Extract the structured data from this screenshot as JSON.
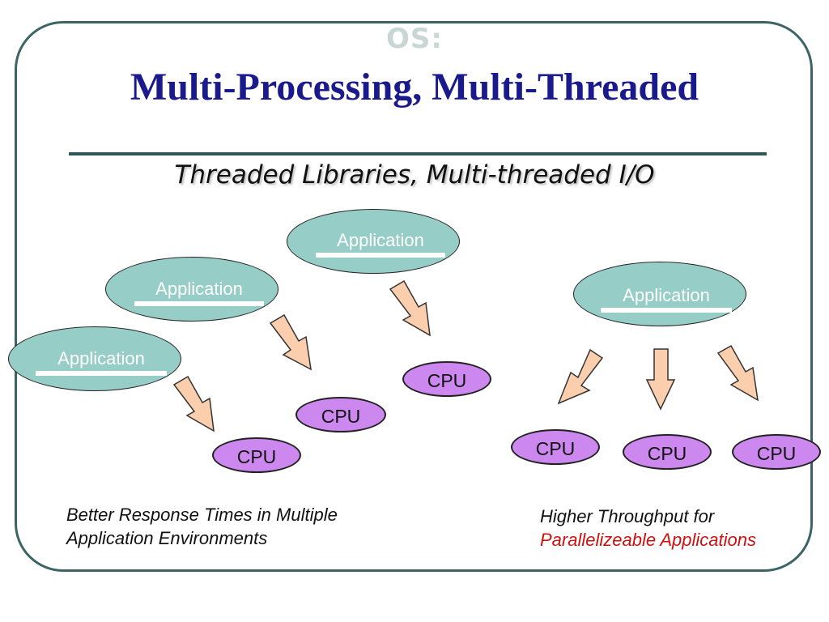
{
  "slide": {
    "os_label": "OS:",
    "title": "Multi-Processing, Multi-Threaded",
    "subtitle": "Threaded Libraries, Multi-threaded I/O"
  },
  "left_diagram": {
    "applications": [
      "Application",
      "Application",
      "Application"
    ],
    "cpus": [
      "CPU",
      "CPU",
      "CPU"
    ],
    "caption_line1": "Better Response Times in Multiple",
    "caption_line2": "Application Environments"
  },
  "right_diagram": {
    "application": "Application",
    "cpus": [
      "CPU",
      "CPU",
      "CPU"
    ],
    "caption_line1": "Higher Throughput for",
    "caption_line2": "Parallelizeable Applications"
  },
  "colors": {
    "title": "#1a1a8c",
    "application_fill": "#96cdc6",
    "cpu_fill": "#cc88ee",
    "arrow_fill": "#fbcfae",
    "frame": "#3c6464",
    "caption_highlight": "#cc1111"
  }
}
